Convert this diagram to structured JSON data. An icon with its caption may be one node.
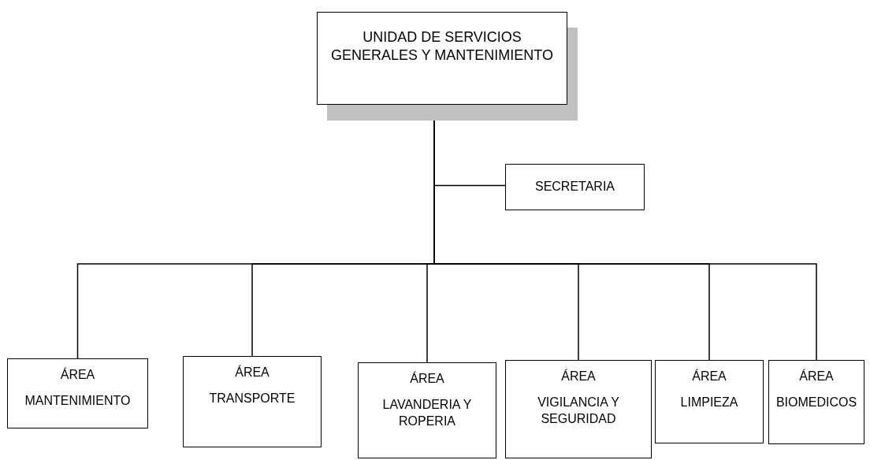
{
  "diagram": {
    "nodes": [
      {
        "text": [
          "UNIDAD DE SERVICIOS GENERALES Y MANTENIMIENTO"
        ]
      },
      {
        "text": [
          "SECRETARIA"
        ]
      },
      {
        "text": [
          "ÁREA",
          "MANTENIMIENTO"
        ]
      },
      {
        "text": [
          "ÁREA",
          "TRANSPORTE"
        ]
      },
      {
        "text": [
          "ÁREA",
          "LAVANDERIA Y ROPERIA"
        ]
      },
      {
        "text": [
          "ÁREA",
          "VIGILANCIA Y SEGURIDAD"
        ]
      },
      {
        "text": [
          "ÁREA",
          "LIMPIEZA"
        ]
      },
      {
        "text": [
          "ÁREA",
          "BIOMEDICOS"
        ]
      }
    ],
    "edges": [
      {
        "from": 0,
        "to": 1,
        "arrow": "none"
      },
      {
        "from": 0,
        "to": 2,
        "arrow": "none"
      },
      {
        "from": 0,
        "to": 3,
        "arrow": "none"
      },
      {
        "from": 0,
        "to": 4,
        "arrow": "none"
      },
      {
        "from": 0,
        "to": 5,
        "arrow": "none"
      },
      {
        "from": 0,
        "to": 6,
        "arrow": "none"
      },
      {
        "from": 0,
        "to": 7,
        "arrow": "none"
      }
    ]
  }
}
